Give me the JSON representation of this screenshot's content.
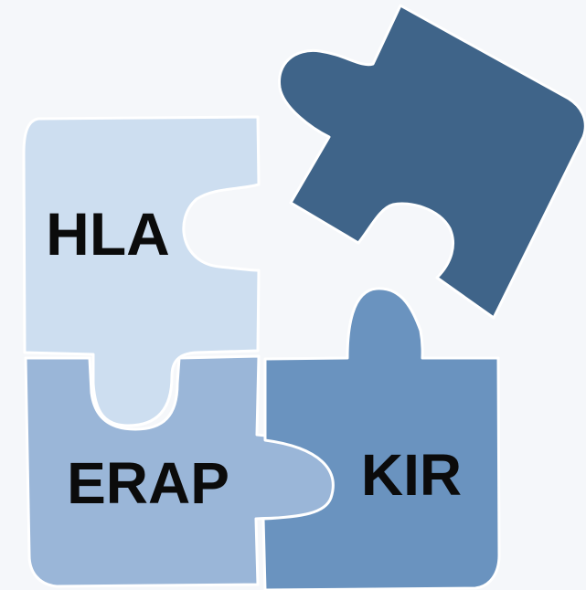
{
  "pieces": [
    {
      "id": "hla",
      "label": "HLA",
      "color": "#cddef0"
    },
    {
      "id": "erap",
      "label": "ERAP",
      "color": "#9ab6d8"
    },
    {
      "id": "kir",
      "label": "KIR",
      "color": "#6a93bf"
    },
    {
      "id": "blank",
      "label": "",
      "color": "#3f6489"
    }
  ],
  "colors": {
    "background": "#f5f7fa",
    "seam": "#ffffff"
  }
}
